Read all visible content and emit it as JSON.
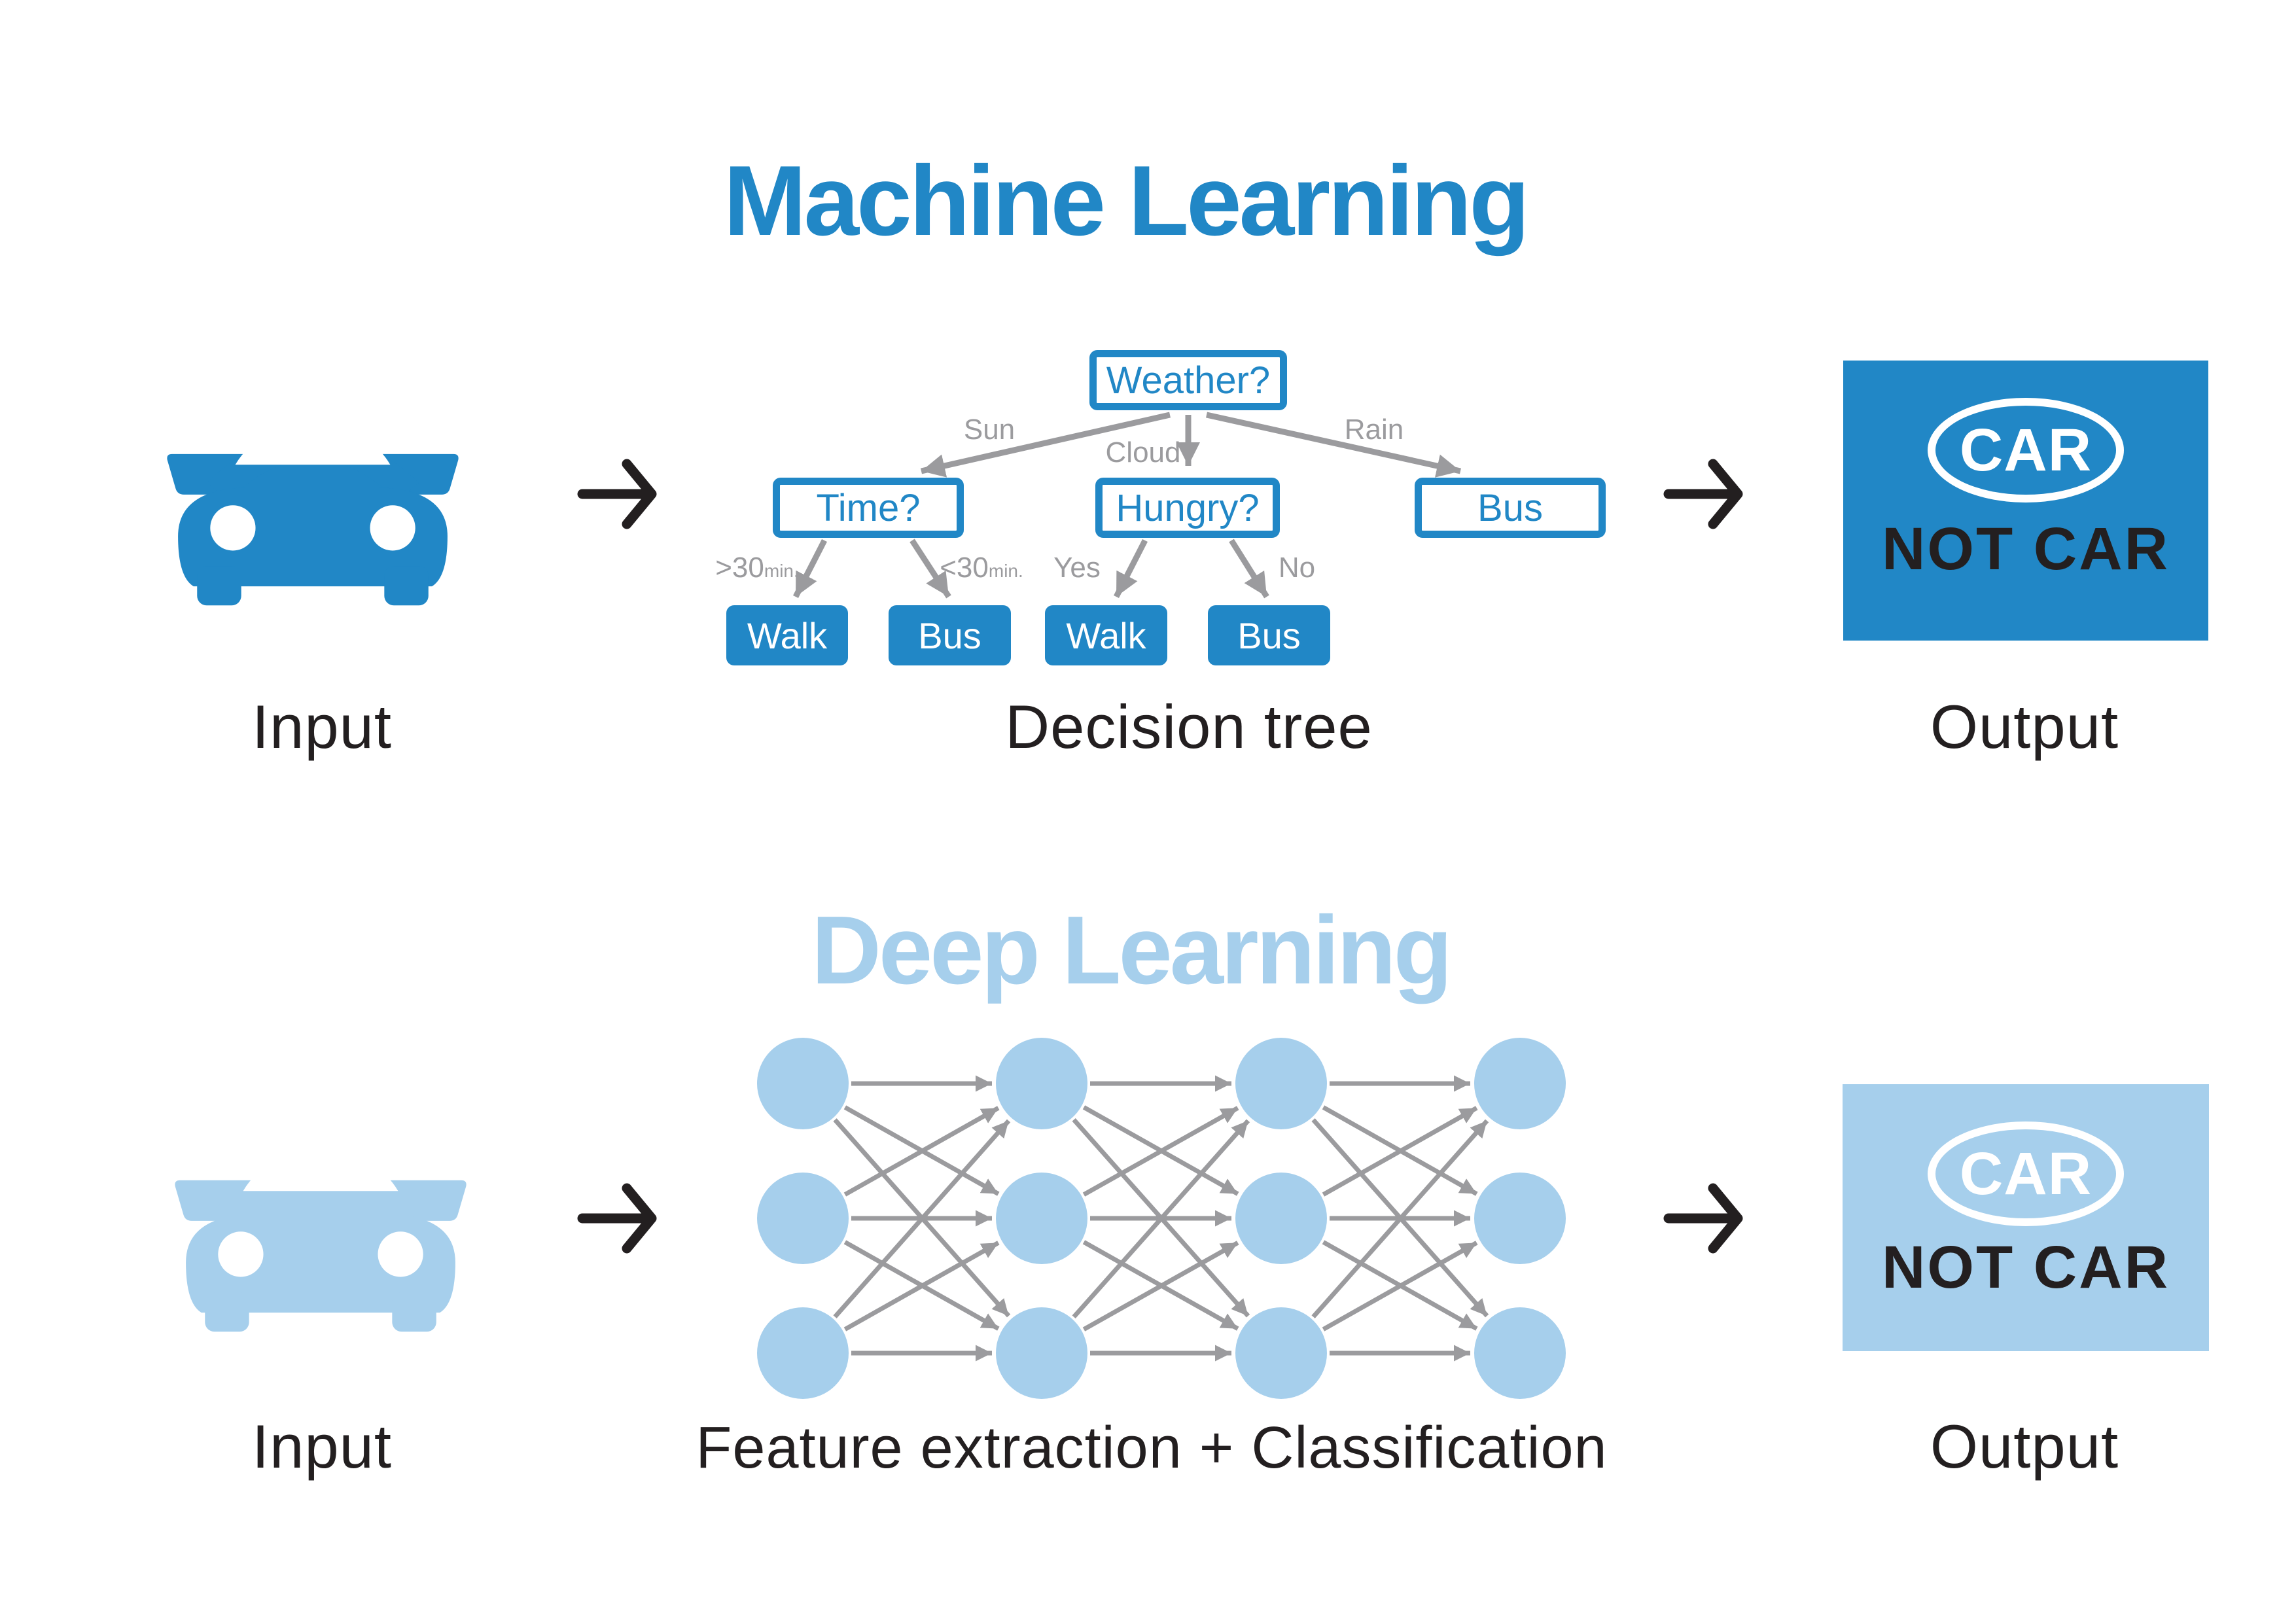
{
  "colors": {
    "primary_blue": "#2187c6",
    "light_blue": "#a6cfec",
    "dark": "#231f20",
    "gray": "#9b9b9e"
  },
  "ml_section": {
    "title": "Machine Learning",
    "input_label": "Input",
    "process_label": "Decision tree",
    "output_label": "Output",
    "output_card": {
      "primary": "CAR",
      "secondary": "NOT CAR"
    },
    "tree": {
      "root": "Weather?",
      "branches": [
        {
          "edge": "Sun",
          "edge_sub": "",
          "label": "Time?"
        },
        {
          "edge": "Cloud",
          "edge_sub": "",
          "label": "Hungry?"
        },
        {
          "edge": "Rain",
          "edge_sub": "",
          "label": "Bus"
        }
      ],
      "leaves": [
        {
          "edge": ">30",
          "edge_sub": "min.",
          "label": "Walk"
        },
        {
          "edge": "<30",
          "edge_sub": "min.",
          "label": "Bus"
        },
        {
          "edge": "Yes",
          "edge_sub": "",
          "label": "Walk"
        },
        {
          "edge": "No",
          "edge_sub": "",
          "label": "Bus"
        }
      ]
    }
  },
  "dl_section": {
    "title": "Deep Learning",
    "input_label": "Input",
    "process_label": "Feature extraction + Classification",
    "output_label": "Output",
    "output_card": {
      "primary": "CAR",
      "secondary": "NOT CAR"
    },
    "network": {
      "layers": 4,
      "nodes_per_layer": 3
    }
  }
}
